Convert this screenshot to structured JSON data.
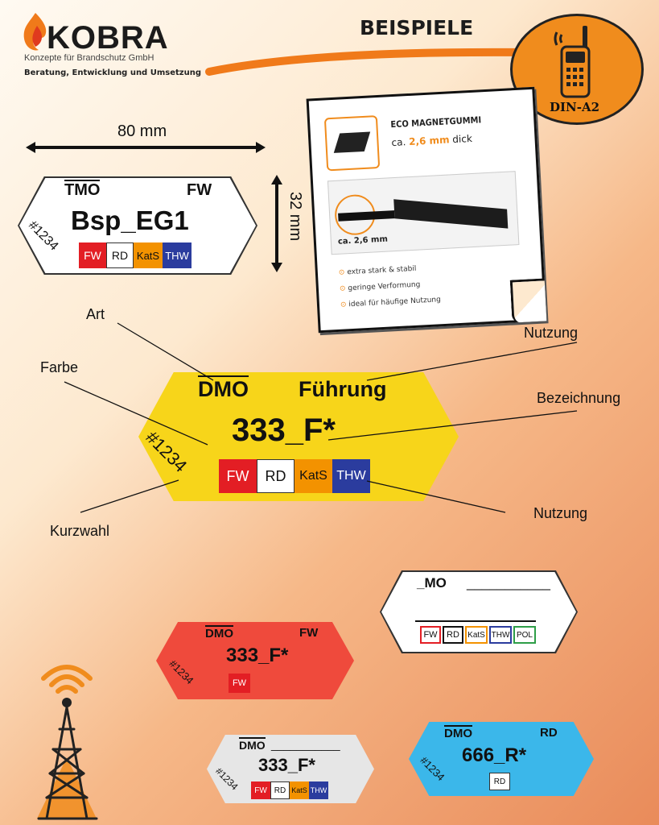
{
  "logo": {
    "word": "KOBRA",
    "subtitle": "Konzepte für Brandschutz GmbH",
    "tagline": "Beratung, Entwicklung und Umsetzung"
  },
  "page": {
    "title": "BEISPIELE",
    "badge_label": "DIN-A2"
  },
  "dimensions": {
    "width": "80 mm",
    "height": "32 mm"
  },
  "material_sheet": {
    "heading": "ECO MAGNETGUMMI",
    "thickness_prefix": "ca. ",
    "thickness_value": "2,6 mm",
    "thickness_suffix": " dick",
    "diagram_label": "ca. 2,6 mm",
    "features": [
      "extra stark & stabil",
      "geringe Verformung",
      "ideal für häufige Nutzung"
    ]
  },
  "colors": {
    "yellow": "#f7d51a",
    "red": "#ef4a3c",
    "white": "#ffffff",
    "grey": "#e6e6e6",
    "blue": "#3bb7ea",
    "chip_fw": "#e31e24",
    "chip_rd": "#ffffff",
    "chip_kats": "#f39200",
    "chip_thw": "#2b3c9e",
    "chip_pol": "#2e9e48",
    "accent_orange": "#f08c1d"
  },
  "example_top": {
    "type": "TMO",
    "usage": "FW",
    "name": "Bsp_EG1",
    "dial": "#1234",
    "chips": [
      "FW",
      "RD",
      "KatS",
      "THW"
    ]
  },
  "example_main": {
    "type": "DMO",
    "usage": "Führung",
    "name": "333_F*",
    "dial": "#1234",
    "chips": [
      "FW",
      "RD",
      "KatS",
      "THW"
    ]
  },
  "callouts": {
    "art": "Art",
    "nutzung_top": "Nutzung",
    "farbe": "Farbe",
    "bezeichnung": "Bezeichnung",
    "nutzung_bottom": "Nutzung",
    "kurzwahl": "Kurzwahl"
  },
  "example_white": {
    "type": "_MO",
    "blank": "___________",
    "chips": [
      "FW",
      "RD",
      "KatS",
      "THW",
      "POL"
    ]
  },
  "example_red": {
    "type": "DMO",
    "usage": "FW",
    "name": "333_F*",
    "dial": "#1234",
    "chips": [
      "FW"
    ]
  },
  "example_grey": {
    "type": "DMO",
    "blank": "___________",
    "name": "333_F*",
    "dial": "#1234",
    "chips": [
      "FW",
      "RD",
      "KatS",
      "THW"
    ]
  },
  "example_blue": {
    "type": "DMO",
    "usage": "RD",
    "name": "666_R*",
    "dial": "#1234",
    "chips": [
      "RD"
    ]
  }
}
